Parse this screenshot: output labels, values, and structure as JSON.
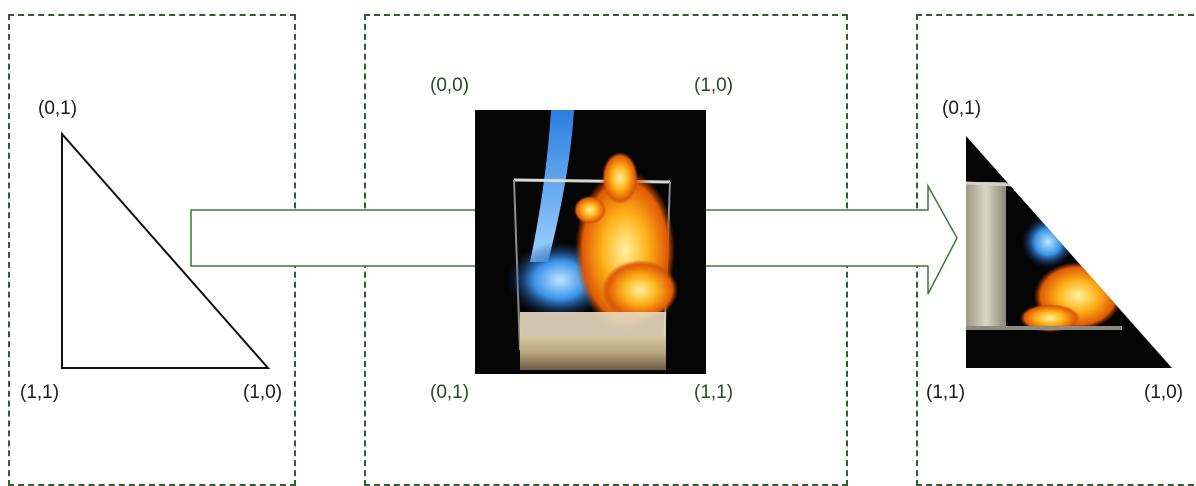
{
  "panels": {
    "left": {
      "labels": {
        "top": "(0,1)",
        "bottom_left": "(1,1)",
        "bottom_right": "(1,0)"
      }
    },
    "middle": {
      "labels": {
        "top_left": "(0,0)",
        "top_right": "(1,0)",
        "bottom_left": "(0,1)",
        "bottom_right": "(1,1)"
      }
    },
    "right": {
      "labels": {
        "top": "(0,1)",
        "bottom_left": "(1,1)",
        "bottom_right": "(1,0)"
      }
    }
  },
  "colors": {
    "panel_border": "#2f5f2f",
    "arrow_stroke": "#3a7a3a",
    "label_green": "#1f4f1f",
    "label_black": "#1a1a1a"
  }
}
